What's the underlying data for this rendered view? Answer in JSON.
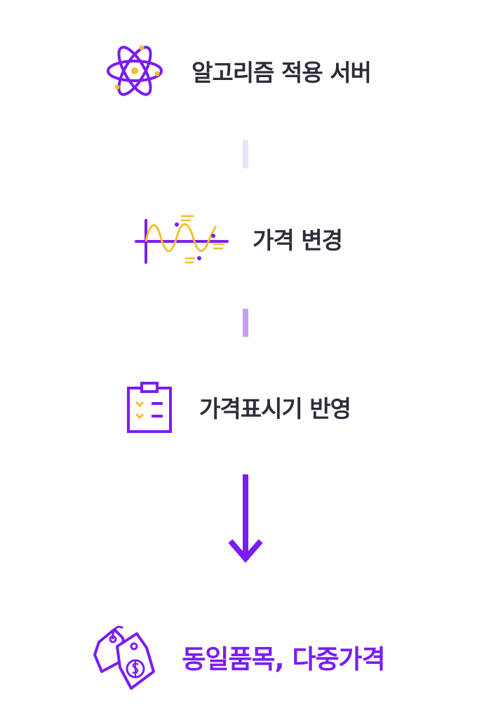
{
  "steps": [
    {
      "label": "알고리즘 적용 서버",
      "icon": "atom-icon"
    },
    {
      "label": "가격 변경",
      "icon": "sine-wave-chart-icon"
    },
    {
      "label": "가격표시기 반영",
      "icon": "clipboard-checklist-icon"
    },
    {
      "label": "동일품목, 다중가격",
      "icon": "price-tags-icon"
    }
  ],
  "colors": {
    "purple": "#7a1df2",
    "yellow": "#f0c030",
    "text": "#2f2c3a",
    "connector_light": "#ebe2fd",
    "connector_mid": "#c29ff7"
  }
}
